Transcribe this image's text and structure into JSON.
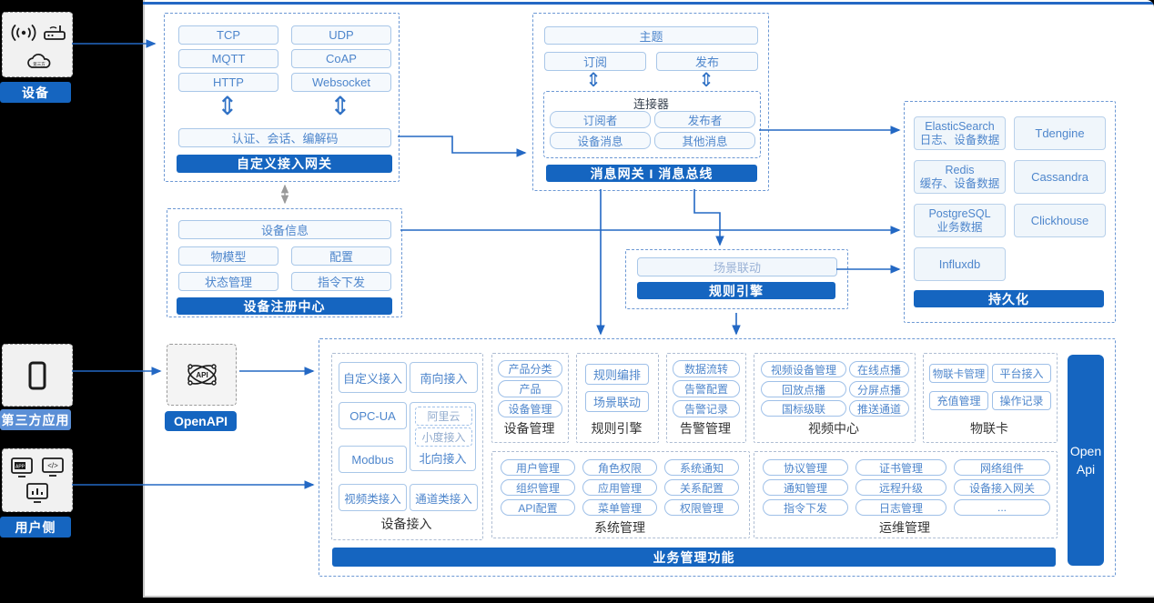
{
  "colors": {
    "primary": "#1565C0",
    "accent_line": "#2368C4",
    "light_label": "#5B8FD6",
    "button_text": "#4E86CC",
    "arrow": "#2368C4"
  },
  "glyphs": {
    "double_arrow": "⇕",
    "gray_double_arrow": "↕"
  },
  "left_rail": {
    "device": {
      "label": "设备"
    },
    "third_party": {
      "label": "第三方应用"
    },
    "user_side": {
      "label": "用户侧"
    }
  },
  "gateway": {
    "protocols": [
      "TCP",
      "UDP",
      "MQTT",
      "CoAP",
      "HTTP",
      "Websocket"
    ],
    "session": "认证、会话、编解码",
    "title": "自定义接入网关"
  },
  "registry": {
    "device_info": "设备信息",
    "items": [
      "物模型",
      "配置",
      "状态管理",
      "指令下发"
    ],
    "title": "设备注册中心"
  },
  "message_bus": {
    "topic": "主题",
    "subscribe": "订阅",
    "publish": "发布",
    "connector": {
      "title": "连接器",
      "items": [
        "订阅者",
        "发布者",
        "设备消息",
        "其他消息"
      ]
    },
    "title": "消息网关 I 消息总线"
  },
  "persistence": {
    "databases": [
      {
        "name": "ElasticSearch",
        "desc": "日志、设备数据"
      },
      {
        "name": "Tdengine",
        "desc": ""
      },
      {
        "name": "Redis",
        "desc": "缓存、设备数据"
      },
      {
        "name": "Cassandra",
        "desc": ""
      },
      {
        "name": "PostgreSQL",
        "desc": "业务数据"
      },
      {
        "name": "Clickhouse",
        "desc": ""
      },
      {
        "name": "Influxdb",
        "desc": ""
      }
    ],
    "title": "持久化"
  },
  "rule_engine": {
    "scene": "场景联动",
    "title": "规则引擎"
  },
  "openapi": {
    "label": "OpenAPI"
  },
  "business": {
    "title": "业务管理功能",
    "open_api_line1": "Open",
    "open_api_line2": "Api",
    "device_access": {
      "label": "设备接入",
      "custom": "自定义接入",
      "south": "南向接入",
      "opcua": "OPC-UA",
      "modbus": "Modbus",
      "video": "视频类接入",
      "channel": "通道类接入",
      "north": {
        "label": "北向接入",
        "aliyun": "阿里云",
        "xiaodu": "小度接入"
      }
    },
    "device_mgmt": {
      "label": "设备管理",
      "items": [
        "产品分类",
        "产品",
        "设备管理"
      ]
    },
    "rule": {
      "label": "规则引擎",
      "items": [
        "规则编排",
        "场景联动"
      ]
    },
    "alarm": {
      "label": "告警管理",
      "items": [
        "数据流转",
        "告警配置",
        "告警记录"
      ]
    },
    "video_center": {
      "label": "视频中心",
      "items": [
        "视频设备管理",
        "在线点播",
        "回放点播",
        "分屏点播",
        "国标级联",
        "推送通道"
      ]
    },
    "iot_card": {
      "label": "物联卡",
      "items": [
        "物联卡管理",
        "平台接入",
        "充值管理",
        "操作记录"
      ]
    },
    "system": {
      "label": "系统管理",
      "items": [
        "用户管理",
        "角色权限",
        "系统通知",
        "组织管理",
        "应用管理",
        "关系配置",
        "API配置",
        "菜单管理",
        "权限管理"
      ]
    },
    "ops": {
      "label": "运维管理",
      "items": [
        "协议管理",
        "证书管理",
        "网络组件",
        "通知管理",
        "远程升级",
        "设备接入网关",
        "指令下发",
        "日志管理",
        "..."
      ]
    }
  }
}
